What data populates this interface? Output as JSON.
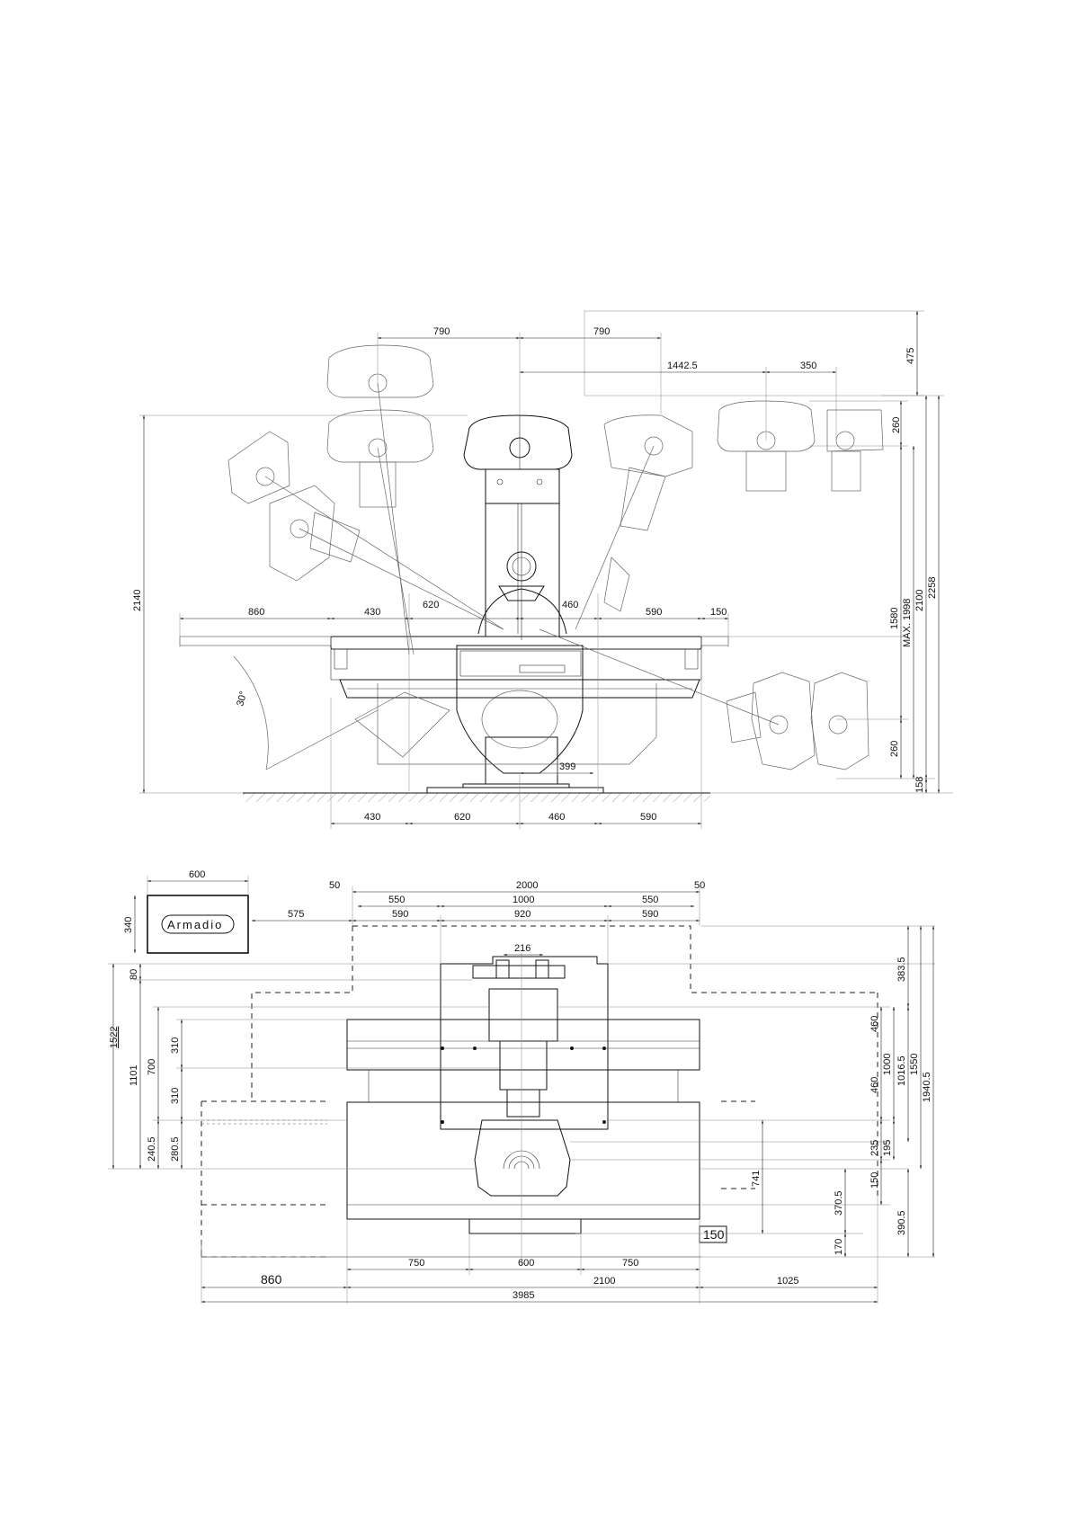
{
  "front_view": {
    "top": {
      "d790_left": "790",
      "d790_right": "790",
      "d475": "475",
      "d1442_5": "1442.5",
      "d350": "350",
      "d260_top": "260"
    },
    "table_level": {
      "d860": "860",
      "d430": "430",
      "d620": "620",
      "d460": "460",
      "d590": "590",
      "d150": "150"
    },
    "heights": {
      "d2140": "2140",
      "d1580": "1580",
      "dmax": "MAX. 1998",
      "d2100": "2100",
      "d2258": "2258",
      "d260_bottom": "260",
      "d158": "158"
    },
    "angle": "30°",
    "d399": "399",
    "bottom": {
      "d430": "430",
      "d620": "620",
      "d460": "460",
      "d590": "590"
    }
  },
  "plan_view": {
    "console": {
      "d600": "600",
      "d340": "340",
      "logo": "Armadio"
    },
    "top": {
      "d50_left": "50",
      "d2000": "2000",
      "d50_right": "50",
      "d550_left": "550",
      "d1000": "1000",
      "d550_right": "550",
      "d575": "575",
      "d590_left": "590",
      "d920": "920",
      "d590_right": "590",
      "d216": "216"
    },
    "left": {
      "d1522": "1522",
      "d80": "80",
      "d1101": "1101",
      "d700": "700",
      "d310_a": "310",
      "d310_b": "310",
      "d240_5": "240.5",
      "d280_5": "280.5"
    },
    "right": {
      "d383_5": "383.5",
      "d460_a": "460",
      "d1000": "1000",
      "d1016_5": "1016.5",
      "d1550": "1550",
      "d1940_5": "1940.5",
      "d460_b": "460",
      "d235": "235",
      "d195": "195",
      "d150": "150",
      "d741": "741",
      "d370_5": "370.5",
      "d170": "170",
      "d390_5": "390.5",
      "d150_box": "150"
    },
    "bottom": {
      "d750_left": "750",
      "d600": "600",
      "d750_right": "750",
      "d860": "860",
      "d2100": "2100",
      "d1025": "1025",
      "d3985": "3985"
    }
  }
}
